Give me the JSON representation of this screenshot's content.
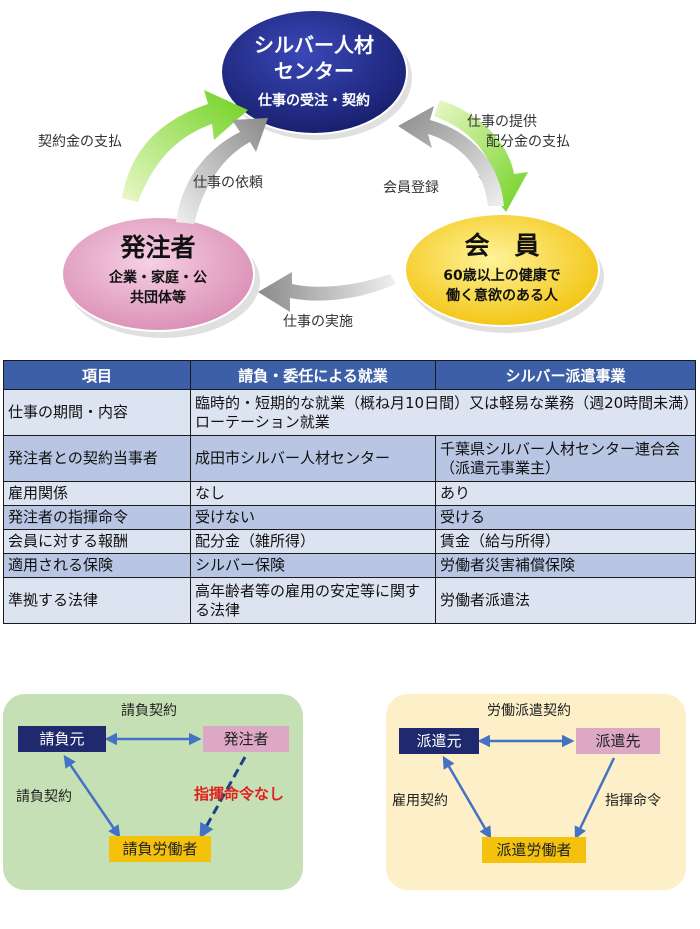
{
  "cycle": {
    "center": {
      "title_line1": "シルバー人材",
      "title_line2": "センター",
      "subtitle": "仕事の受注・契約",
      "color": "#1f2a86"
    },
    "client": {
      "title": "発注者",
      "desc_line1": "企業・家庭・公",
      "desc_line2": "共団体等",
      "color": "#e7a7c7"
    },
    "member": {
      "title": "会　員",
      "desc_line1": "60歳以上の健康で",
      "desc_line2": "働く意欲のある人",
      "color": "#f7d11e"
    },
    "flows": {
      "contract_payment": "契約金の支払",
      "work_request": "仕事の依頼",
      "work_offer": "仕事の提供",
      "distribution_payment": "配分金の支払",
      "member_registration": "会員登録",
      "work_execution": "仕事の実施"
    },
    "arrow_colors": {
      "green": "#8ddd3a",
      "gray": "#9a9a9a"
    }
  },
  "table": {
    "headers": [
      "項目",
      "請負・委任による就業",
      "シルバー派遣事業"
    ],
    "rows": [
      {
        "item": "仕事の期間・内容",
        "merged": "臨時的・短期的な就業（概ね月10日間）又は軽易な業務（週20時間未満）ローテーション就業"
      },
      {
        "item": "発注者との契約当事者",
        "ukeoi": "成田市シルバー人材センター",
        "haken": "千葉県シルバー人材センター連合会（派遣元事業主）"
      },
      {
        "item": "雇用関係",
        "ukeoi": "なし",
        "haken": "あり"
      },
      {
        "item": "発注者の指揮命令",
        "ukeoi": "受けない",
        "haken": "受ける"
      },
      {
        "item": "会員に対する報酬",
        "ukeoi": "配分金（雑所得）",
        "haken": "賃金（給与所得）"
      },
      {
        "item": "適用される保険",
        "ukeoi": "シルバー保険",
        "haken": "労働者災害補償保険"
      },
      {
        "item": "準拠する法律",
        "ukeoi": "高年齢者等の雇用の安定等に関する法律",
        "haken": "労働者派遣法"
      }
    ]
  },
  "ukeoi_diagram": {
    "title": "請負契約",
    "contractor": "請負元",
    "client": "発注者",
    "worker": "請負労働者",
    "left_label": "請負契約",
    "right_label": "指揮命令なし",
    "right_label_color": "#e0201e",
    "panel_color": "#c5e0b4"
  },
  "haken_diagram": {
    "title": "労働派遣契約",
    "source": "派遣元",
    "destination": "派遣先",
    "worker": "派遣労働者",
    "left_label": "雇用契約",
    "right_label": "指揮命令",
    "panel_color": "#fdefc8"
  }
}
